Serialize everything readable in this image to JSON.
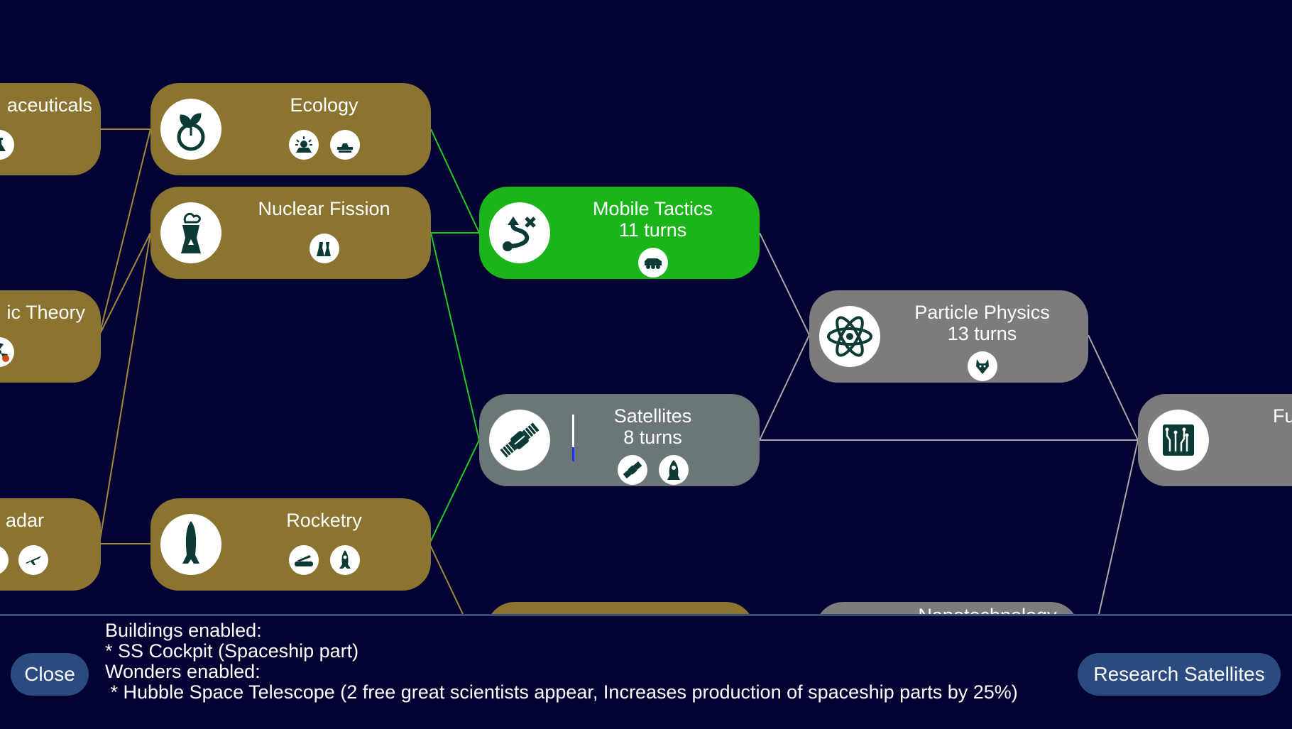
{
  "tree": {
    "nodes": {
      "pharmaceuticals": {
        "title": "aceuticals"
      },
      "ecology": {
        "title": "Ecology"
      },
      "nuclear_fission": {
        "title": "Nuclear Fission"
      },
      "atomic_theory": {
        "title": "ic Theory"
      },
      "radar": {
        "title": "adar"
      },
      "rocketry": {
        "title": "Rocketry"
      },
      "mobile_tactics": {
        "title": "Mobile Tactics",
        "turns": "11 turns"
      },
      "satellites": {
        "title": "Satellites",
        "turns": "8 turns"
      },
      "particle_physics": {
        "title": "Particle Physics",
        "turns": "13 turns"
      },
      "nanotechnology": {
        "title": "Nanotechnology"
      },
      "future": {
        "title": "Fu"
      }
    },
    "colors": {
      "era_node": "#8a7430",
      "active_node": "#1bb51b",
      "selected_node": "#6a7677",
      "future_node": "#7c7c7c",
      "gold_line": "#a08a3a",
      "green_line": "#22cc22",
      "gray_line": "#aaaaaa"
    }
  },
  "bottom": {
    "close_label": "Close",
    "research_label": "Research Satellites",
    "info_lines": [
      "Buildings enabled:",
      "* SS Cockpit (Spaceship part)",
      "Wonders enabled:",
      " * Hubble Space Telescope (2 free great scientists appear, Increases production of spaceship parts by 25%)"
    ]
  }
}
